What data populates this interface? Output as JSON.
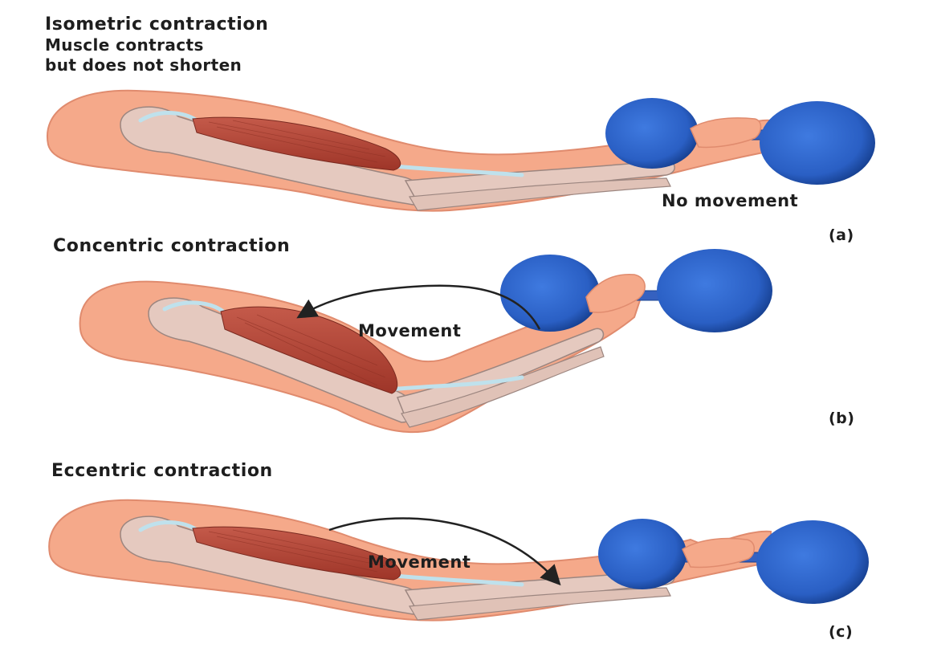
{
  "panels": [
    {
      "id": "a",
      "title": "Isometric contraction",
      "subtitle_lines": [
        "Muscle contracts",
        "but does not shorten"
      ],
      "movement_label": "No movement",
      "tag": "(a)"
    },
    {
      "id": "b",
      "title": "Concentric contraction",
      "movement_label": "Movement",
      "tag": "(b)"
    },
    {
      "id": "c",
      "title": "Eccentric contraction",
      "movement_label": "Movement",
      "tag": "(c)"
    }
  ],
  "colors": {
    "skin": "#f5a98a",
    "skin_edge": "#e08b6e",
    "bone": "#e5c9bf",
    "bone_edge": "#9c8680",
    "muscle": "#b94a3c",
    "tendon": "#bfe1ec",
    "dumbbell": "#2a5fc4",
    "dumbbell_dark": "#17408f",
    "text": "#1e1e1e"
  }
}
